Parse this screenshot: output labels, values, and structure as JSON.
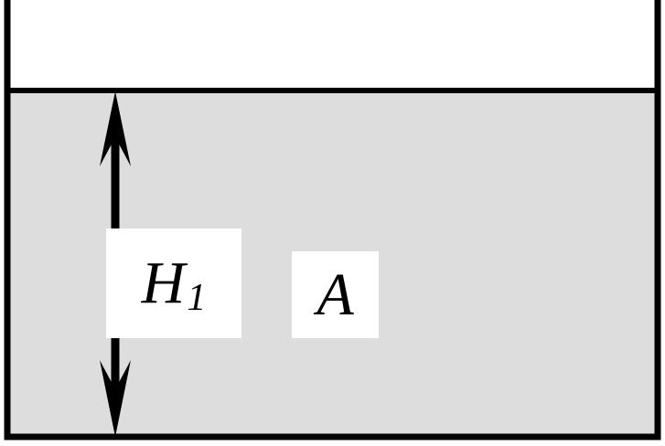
{
  "diagram": {
    "colors": {
      "liquid": "#dddddd",
      "stroke": "#000000",
      "background": "#ffffff"
    },
    "height_label": {
      "main": "H",
      "subscript": "1"
    },
    "point_label": "A"
  }
}
